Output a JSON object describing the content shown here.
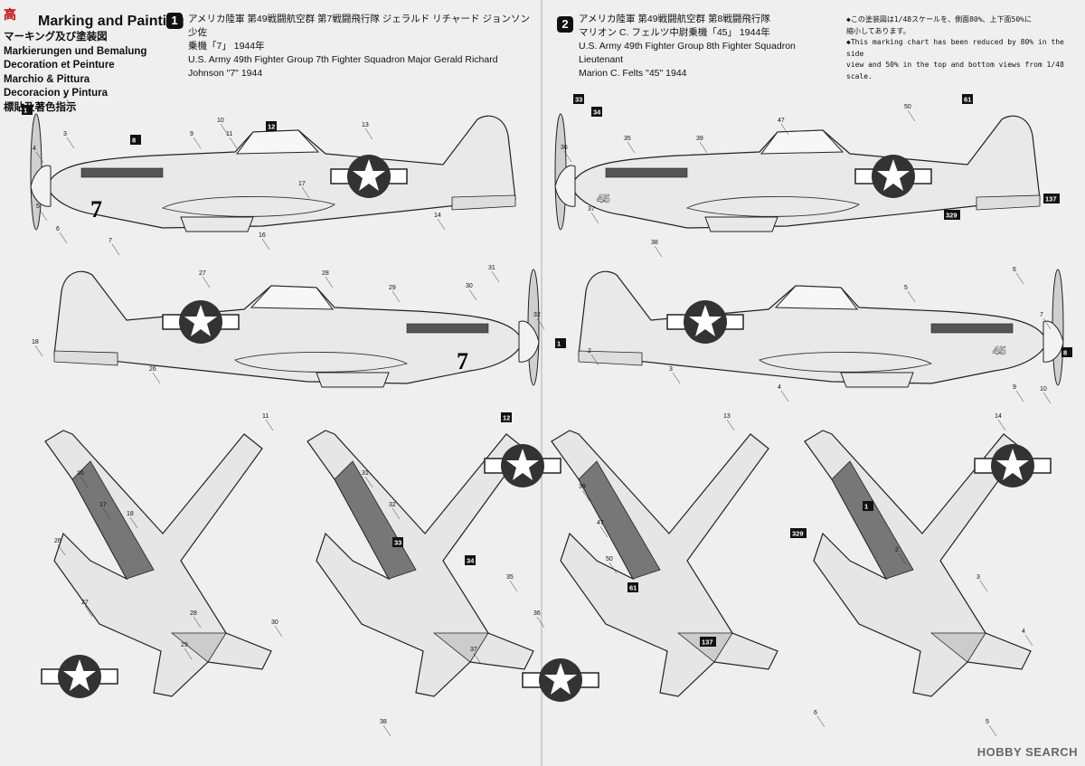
{
  "logo": "高",
  "header": {
    "title": "Marking and Painting",
    "languages": [
      "マーキング及び塗装図",
      "Markierungen und Bemalung",
      "Decoration et Peinture",
      "Marchio & Pittura",
      "Decoracion y Pintura",
      "標貼及著色指示"
    ]
  },
  "scheme1": {
    "number": "1",
    "jp_line1": "アメリカ陸軍  第49戦闘航空群  第7戦闘飛行隊  ジェラルド リチャード ジョンソン少佐",
    "jp_line2": "乗機「7」    1944年",
    "en": "U.S. Army 49th Fighter Group 7th Fighter Squadron Major Gerald Richard Johnson \"7\" 1944",
    "aircraft_code": "7"
  },
  "scheme2": {
    "number": "2",
    "jp_line1": "アメリカ陸軍  第49戦闘航空群  第8戦闘飛行隊",
    "jp_line2": "マリオン C. フェルツ中尉乗機「45」    1944年",
    "en_line1": "U.S. Army 49th Fighter Group 8th Fighter Squadron Lieutenant",
    "en_line2": "Marion C. Felts \"45\" 1944",
    "aircraft_code": "45"
  },
  "notes": {
    "jp_line1": "◆この塗装図は1/48スケールを、側面80%、上下面50%に",
    "jp_line2": "  縮小してあります。",
    "en_line1": "◆This marking chart has been reduced by 80% in the side",
    "en_line2": " view and 50% in the top and bottom views from 1/48 scale."
  },
  "watermark": "HOBBY SEARCH",
  "callouts": [
    "1",
    "2",
    "3",
    "4",
    "5",
    "6",
    "7",
    "8",
    "9",
    "10",
    "11",
    "12",
    "13",
    "14",
    "16",
    "17",
    "18",
    "26",
    "27",
    "28",
    "29",
    "30",
    "31",
    "32",
    "33",
    "34",
    "35",
    "36",
    "37",
    "38",
    "39",
    "47",
    "50",
    "61",
    "137",
    "329"
  ]
}
